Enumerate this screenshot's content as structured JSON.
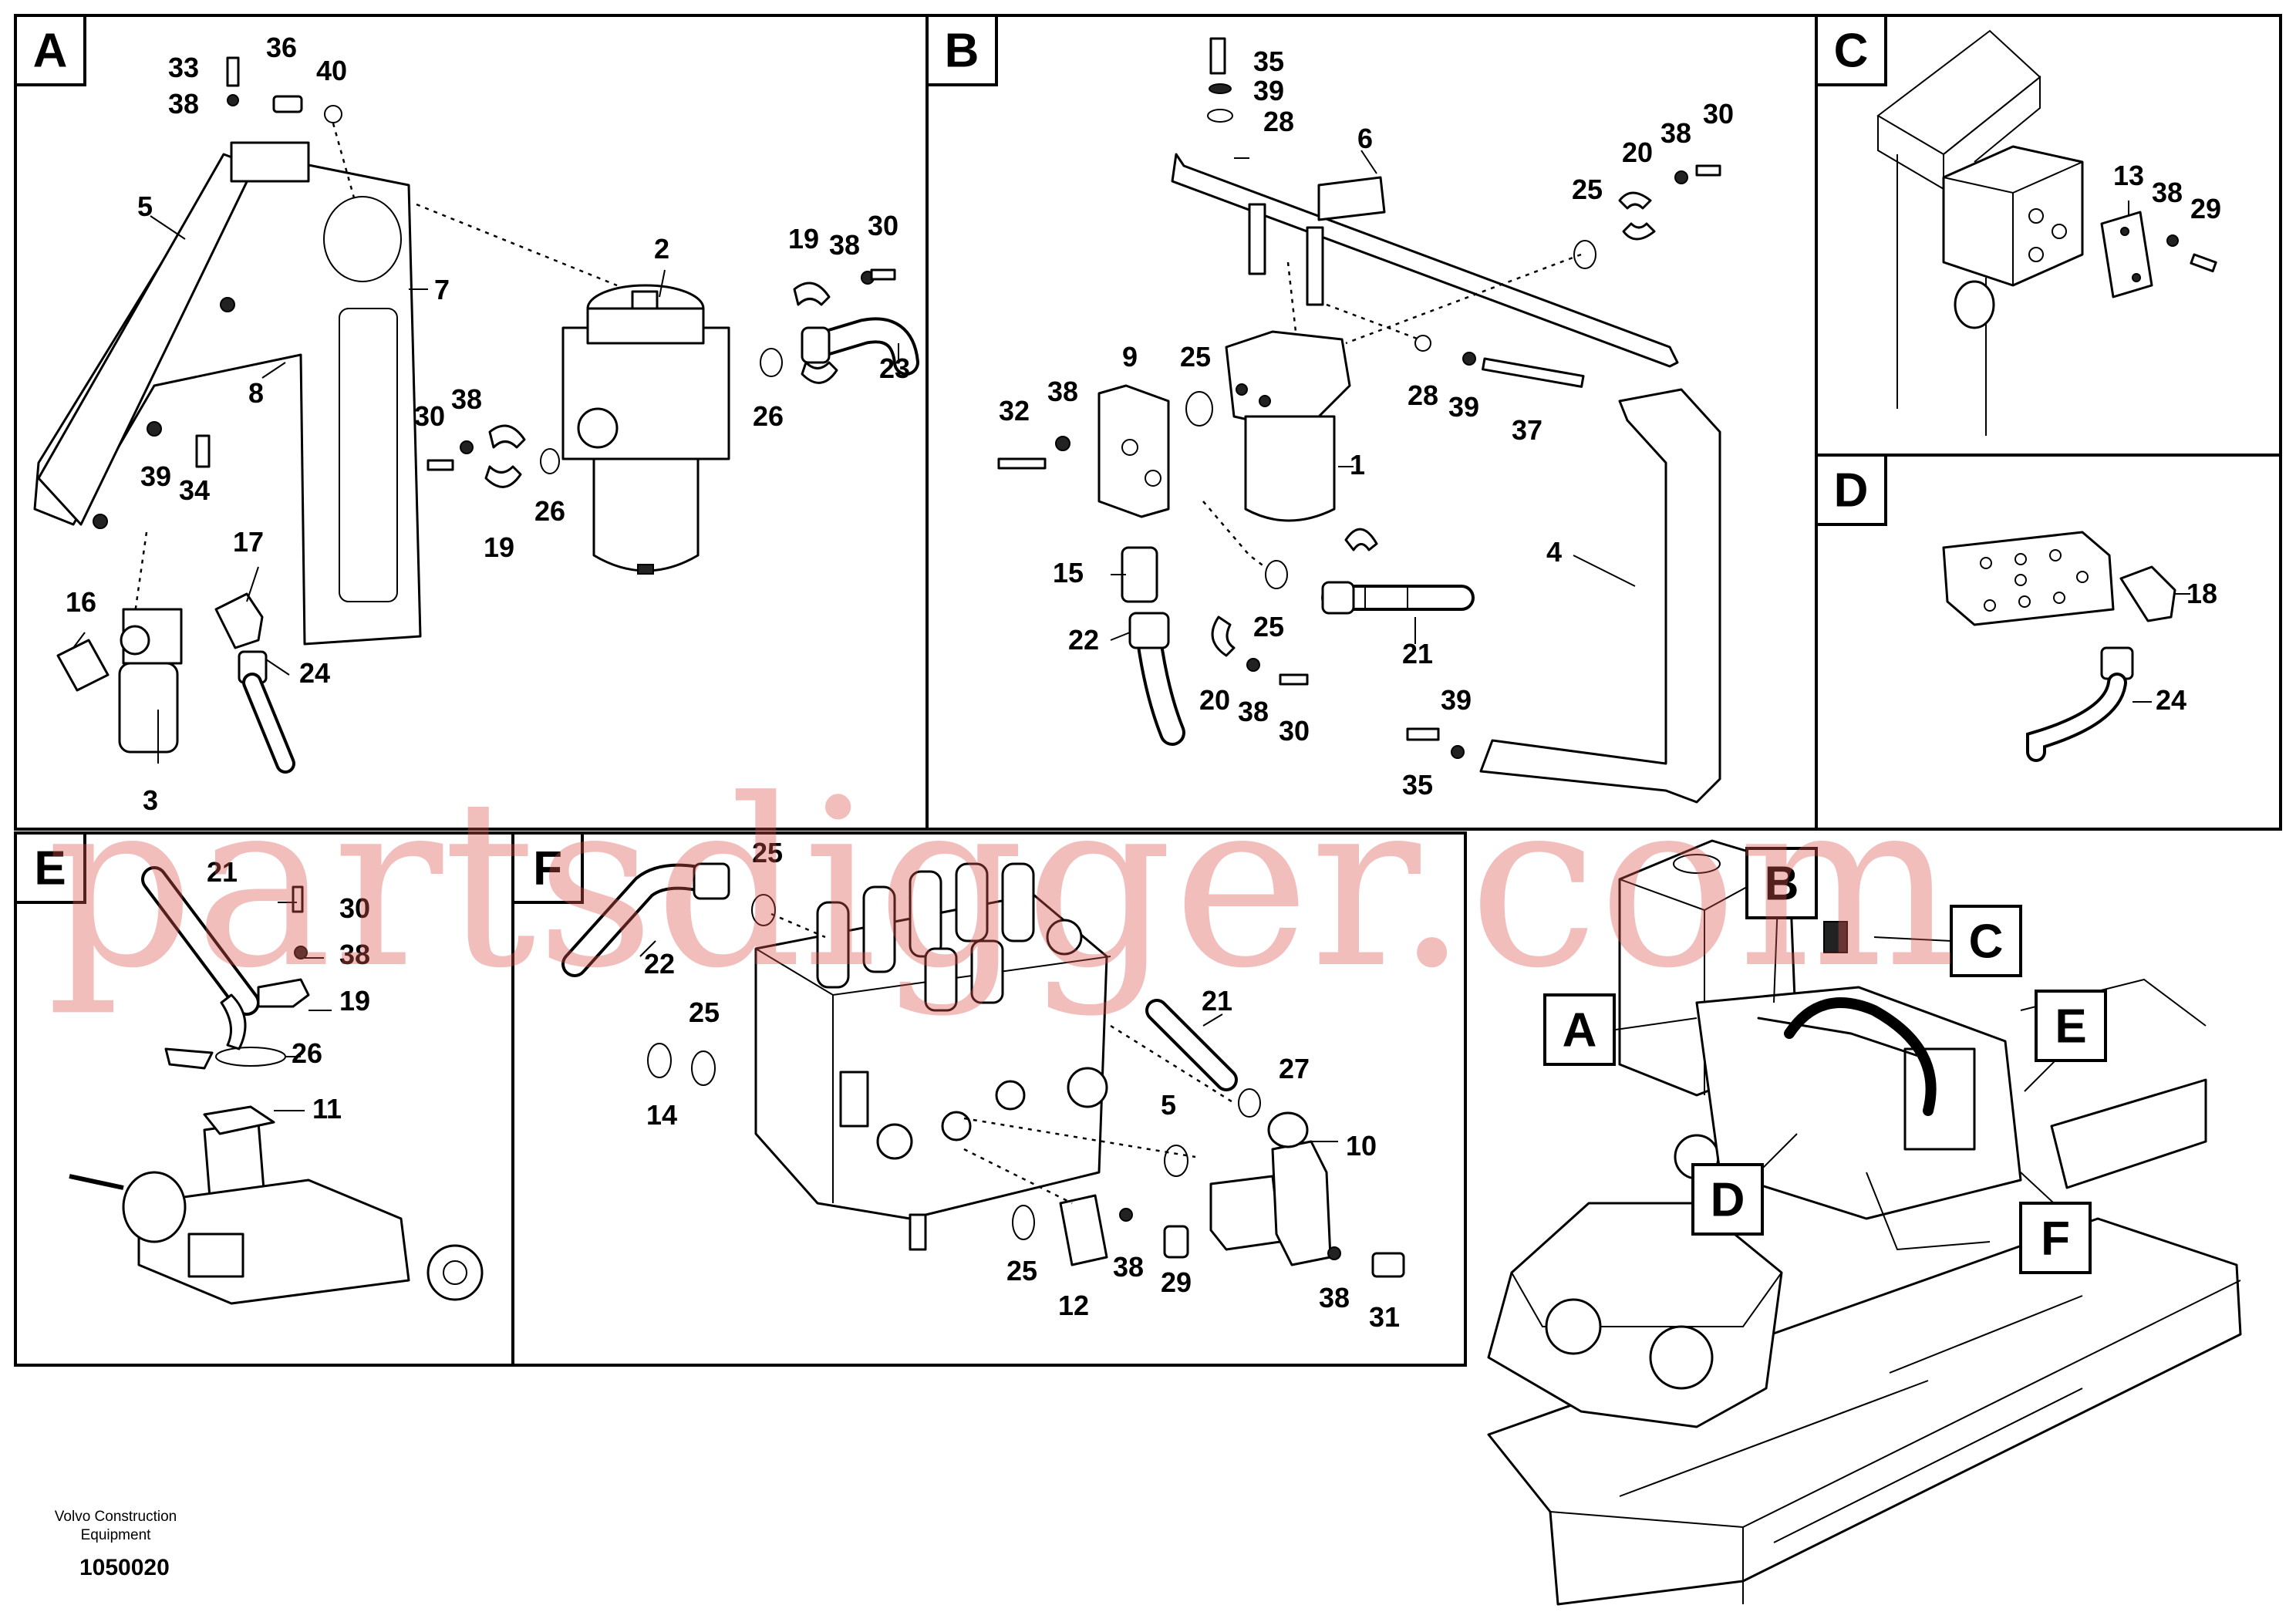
{
  "panels": {
    "A": {
      "letter": "A",
      "labels": {
        "n1": "33",
        "n2": "36",
        "n3": "40",
        "n4": "38",
        "n5": "5",
        "n6": "7",
        "n7": "2",
        "n8": "8",
        "n9": "19",
        "n10": "38",
        "n11": "30",
        "n12": "30",
        "n13": "38",
        "n14": "39",
        "n15": "34",
        "n16": "26",
        "n17": "23",
        "n18": "26",
        "n19": "19",
        "n20": "17",
        "n21": "16",
        "n22": "24",
        "n23": "3"
      }
    },
    "B": {
      "letter": "B",
      "labels": {
        "n1": "35",
        "n2": "39",
        "n3": "28",
        "n4": "6",
        "n5": "20",
        "n6": "38",
        "n7": "30",
        "n8": "25",
        "n9": "9",
        "n10": "25",
        "n11": "32",
        "n12": "38",
        "n13": "28",
        "n14": "39",
        "n15": "37",
        "n16": "1",
        "n17": "15",
        "n18": "4",
        "n19": "22",
        "n20": "25",
        "n21": "21",
        "n22": "20",
        "n23": "38",
        "n24": "30",
        "n25": "39",
        "n26": "35"
      }
    },
    "C": {
      "letter": "C",
      "labels": {
        "n1": "13",
        "n2": "38",
        "n3": "29"
      }
    },
    "D": {
      "letter": "D",
      "labels": {
        "n1": "18",
        "n2": "24"
      }
    },
    "E": {
      "letter": "E",
      "labels": {
        "n1": "21",
        "n2": "30",
        "n3": "38",
        "n4": "19",
        "n5": "26",
        "n6": "11"
      }
    },
    "F": {
      "letter": "F",
      "labels": {
        "n1": "25",
        "n2": "22",
        "n3": "25",
        "n4": "14",
        "n5": "21",
        "n6": "27",
        "n7": "5",
        "n8": "10",
        "n9": "25",
        "n10": "12",
        "n11": "38",
        "n12": "29",
        "n13": "38",
        "n14": "31"
      }
    }
  },
  "overview": {
    "A": "A",
    "B": "B",
    "C": "C",
    "D": "D",
    "E": "E",
    "F": "F"
  },
  "footer": {
    "company_line1": "Volvo Construction",
    "company_line2": "Equipment",
    "drawing_number": "1050020"
  },
  "watermark": "partsdigger.com"
}
